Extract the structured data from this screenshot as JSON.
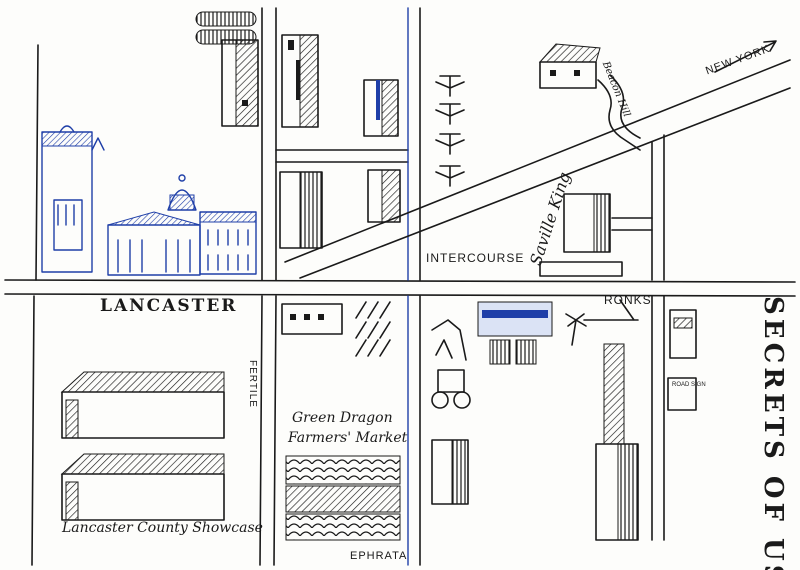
{
  "map": {
    "title": "SECRETS OF US",
    "towns": {
      "lancaster": "LANCASTER",
      "intercourse": "INTERCOURSE",
      "ronks": "RONKS",
      "ephrata": "EPHRATA",
      "fertile": "FERTILE",
      "new_york": "NEW YORK"
    },
    "roads": {
      "saville_king": "Saville King",
      "beacon_hill": "Beacon Hill"
    },
    "landmarks": {
      "green_dragon_line1": "Green Dragon",
      "green_dragon_line2": "Farmers' Market",
      "lancaster_showcase": "Lancaster County Showcase",
      "road_sign": "ROAD SIGN"
    },
    "colors": {
      "ink": "#1a1a1a",
      "accent_blue": "#1f3fa8"
    }
  }
}
